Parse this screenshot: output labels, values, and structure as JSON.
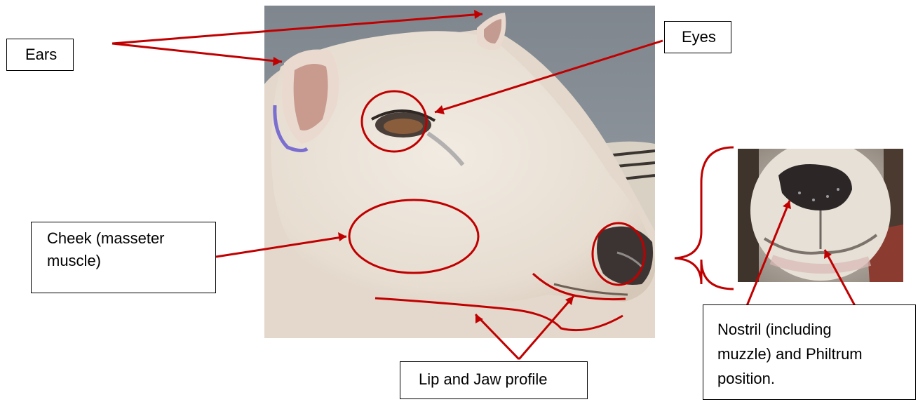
{
  "labels": {
    "ears": "Ears",
    "eyes": "Eyes",
    "cheek_line1": "Cheek (masseter",
    "cheek_line2": "muscle)",
    "lip_jaw": "Lip and Jaw profile",
    "nostril_line1": "Nostril (including",
    "nostril_line2": "muzzle) and Philtrum",
    "nostril_line3": "position."
  },
  "colors": {
    "annotation": "#c00000",
    "background_wall": "#8d949c",
    "fleece": "#e8e0d6"
  }
}
